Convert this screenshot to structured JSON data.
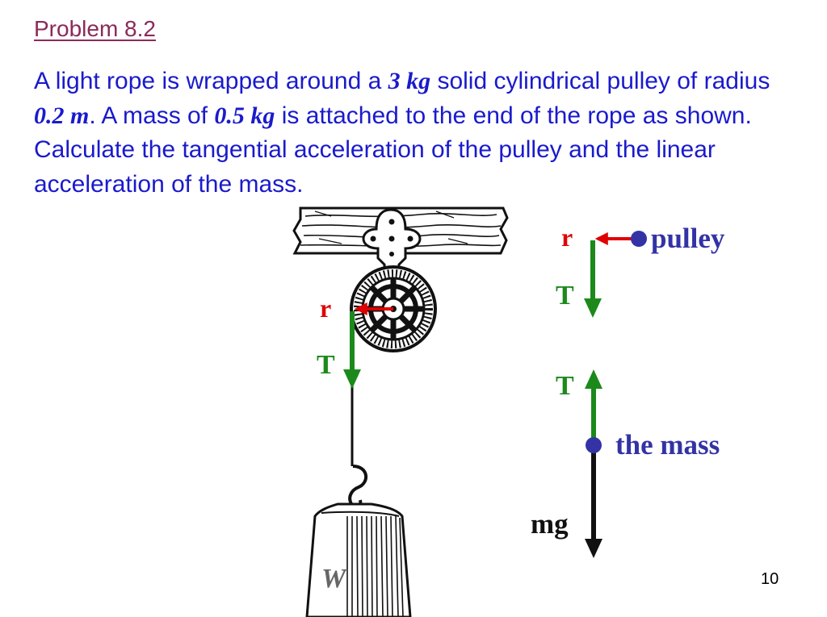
{
  "slide": {
    "title": "Problem 8.2",
    "problem": {
      "t1": "A light rope is wrapped around a ",
      "v1": "3 kg",
      "t2": " solid cylindrical pulley of radius ",
      "v2": "0.2 m",
      "t3": ". A mass of ",
      "v3": "0.5 kg",
      "t4": " is attached to the end of the rope as shown. Calculate the tangential acceleration of the pulley and the linear acceleration of the mass."
    },
    "page_number": "10"
  },
  "diagram": {
    "pulley_r_label": "r",
    "pulley_T_label": "T",
    "weight_label": "W"
  },
  "fbd": {
    "pulley": {
      "r_label": "r",
      "label": "pulley",
      "T_label": "T"
    },
    "mass": {
      "T_label": "T",
      "label": "the mass",
      "mg_label": "mg"
    }
  },
  "colors": {
    "title": "#8b2a5a",
    "text": "#1a1acc",
    "radius_arrow": "#e00000",
    "tension_arrow": "#1b8a1b",
    "point": "#3333a6",
    "weight_arrow": "#111111"
  }
}
